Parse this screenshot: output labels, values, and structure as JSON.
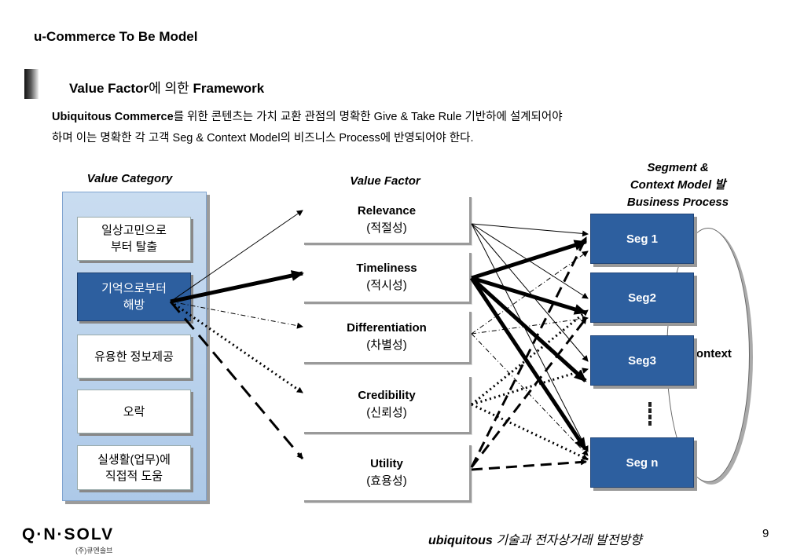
{
  "title": "u-Commerce To Be Model",
  "subtitle": {
    "bold_1": "Value Factor",
    "normal": "에 의한 ",
    "bold_2": "Framework"
  },
  "description": {
    "line1_bold": "Ubiquitous Commerce",
    "line1_rest": "를 위한 콘텐츠는 가치 교환 관점의 명확한 Give & Take Rule 기반하에 설계되어야",
    "line2": "하며 이는 명확한 각 고객 Seg & Context Model의 비즈니스 Process에 반영되어야 한다."
  },
  "headers": {
    "value_category": "Value Category",
    "value_factor": "Value Factor",
    "segment_line1": "Segment &",
    "segment_line2": "Context Model 발",
    "segment_line3": "Business Process"
  },
  "categories": [
    {
      "line1": "일상고민으로",
      "line2": "부터 탈출"
    },
    {
      "line1": "기억으로부터",
      "line2": "해방"
    },
    {
      "line1": "유용한 정보제공",
      "line2": ""
    },
    {
      "line1": "오락",
      "line2": ""
    },
    {
      "line1": "실생활(업무)에",
      "line2": "직접적 도움"
    }
  ],
  "factors": [
    {
      "name": "Relevance",
      "kr": "(적절성)"
    },
    {
      "name": "Timeliness",
      "kr": "(적시성)"
    },
    {
      "name": "Differentiation",
      "kr": "(차별성)"
    },
    {
      "name": "Credibility",
      "kr": "(신뢰성)"
    },
    {
      "name": "Utility",
      "kr": "(효용성)"
    }
  ],
  "segments": [
    "Seg 1",
    "Seg2",
    "Seg3",
    "Seg n"
  ],
  "context_label": "Context",
  "footer": {
    "bold": "ubiquitous",
    "kr": " 기술과 전자상거래 발전방향"
  },
  "page_number": "9",
  "logo": {
    "main": "Q·N·SOLV",
    "sub": "(주)큐엔솔브"
  },
  "colors": {
    "category_panel": "#b9d2ed",
    "selected_box": "#2d5f9f",
    "segment_box": "#2d5f9f"
  }
}
